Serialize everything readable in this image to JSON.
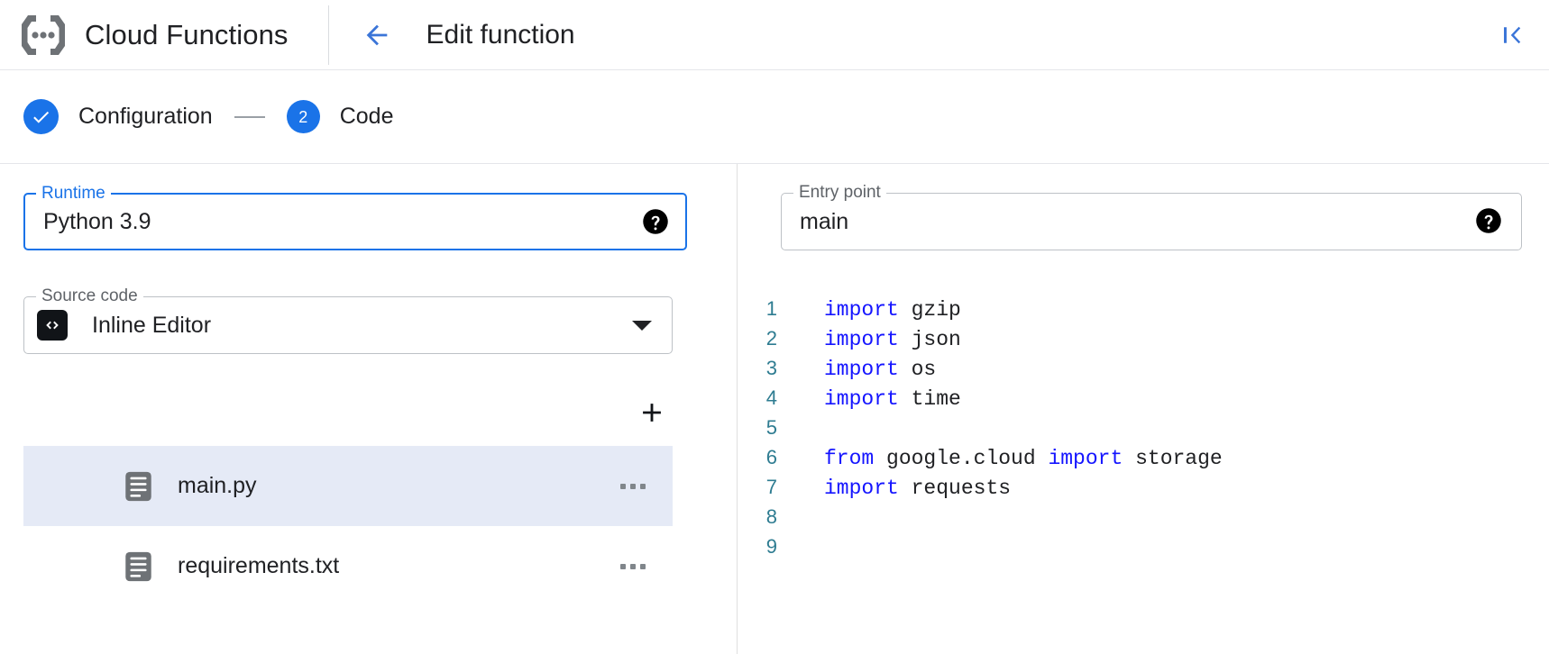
{
  "header": {
    "product_name": "Cloud Functions",
    "logo_icon": "cloud-functions-brackets-icon",
    "back_icon": "arrow-left-icon",
    "page_title": "Edit function",
    "collapse_icon": "collapse-panel-left-icon"
  },
  "stepper": {
    "steps": [
      {
        "indicator": "check",
        "label": "Configuration",
        "state": "completed"
      },
      {
        "indicator": "2",
        "label": "Code",
        "state": "active"
      }
    ]
  },
  "form": {
    "runtime": {
      "legend": "Runtime",
      "value": "Python 3.9",
      "focused": true,
      "help_icon": "help-circle-icon",
      "dropdown_icon": "chevron-down-icon"
    },
    "entry_point": {
      "legend": "Entry point",
      "value": "main",
      "placeholder": "Entry point",
      "help_icon": "help-circle-icon"
    },
    "source_code": {
      "legend": "Source code",
      "value": "Inline Editor",
      "icon": "code-brackets-icon",
      "dropdown_icon": "chevron-down-icon"
    }
  },
  "files": {
    "add_button_icon": "plus-icon",
    "add_button_label": "Add file",
    "more_icon": "more-horizontal-icon",
    "items": [
      {
        "name": "main.py",
        "icon": "file-icon",
        "selected": true
      },
      {
        "name": "requirements.txt",
        "icon": "file-icon",
        "selected": false
      }
    ]
  },
  "editor": {
    "lines": [
      {
        "no": "1",
        "tokens": [
          {
            "t": "import",
            "k": true
          },
          {
            "t": " gzip",
            "k": false
          }
        ]
      },
      {
        "no": "2",
        "tokens": [
          {
            "t": "import",
            "k": true
          },
          {
            "t": " json",
            "k": false
          }
        ]
      },
      {
        "no": "3",
        "tokens": [
          {
            "t": "import",
            "k": true
          },
          {
            "t": " os",
            "k": false
          }
        ]
      },
      {
        "no": "4",
        "tokens": [
          {
            "t": "import",
            "k": true
          },
          {
            "t": " time",
            "k": false
          }
        ]
      },
      {
        "no": "5",
        "tokens": []
      },
      {
        "no": "6",
        "tokens": [
          {
            "t": "from",
            "k": true
          },
          {
            "t": " google.cloud ",
            "k": false
          },
          {
            "t": "import",
            "k": true
          },
          {
            "t": " storage",
            "k": false
          }
        ]
      },
      {
        "no": "7",
        "tokens": [
          {
            "t": "import",
            "k": true
          },
          {
            "t": " requests",
            "k": false
          }
        ]
      },
      {
        "no": "8",
        "tokens": []
      },
      {
        "no": "9",
        "tokens": []
      }
    ]
  },
  "colors": {
    "accent": "#1a73e8",
    "selected_row": "#e5eaf6",
    "keyword": "#1414ff",
    "line_number": "#2e7c91",
    "text": "#202124",
    "border": "#bdc1c6"
  }
}
